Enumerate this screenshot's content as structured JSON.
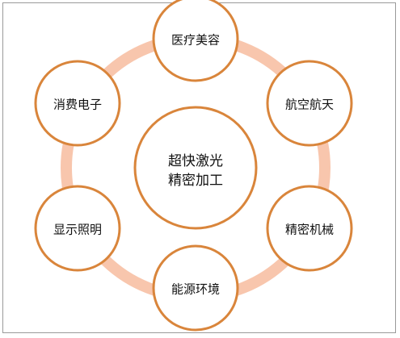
{
  "colors": {
    "ring": "#f8c6ad",
    "node_border": "#d9853b",
    "node_fill": "#ffffff",
    "frame_border": "#9a9a9a",
    "text": "#111111"
  },
  "center": {
    "line1": "超快激光",
    "line2": "精密加工"
  },
  "nodes": [
    {
      "label": "医疗美容"
    },
    {
      "label": "航空航天"
    },
    {
      "label": "精密机械"
    },
    {
      "label": "能源环境"
    },
    {
      "label": "显示照明"
    },
    {
      "label": "消费电子"
    }
  ]
}
